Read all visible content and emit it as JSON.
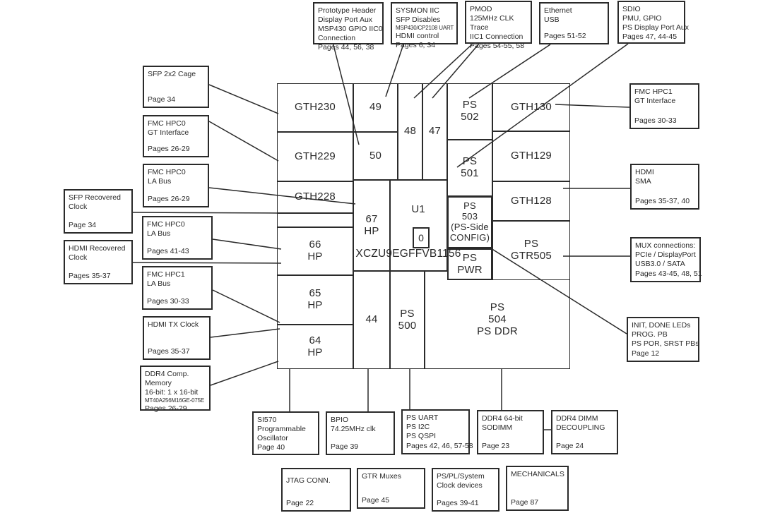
{
  "colors": {
    "ink": "#2a2a2a",
    "background": "#ffffff"
  },
  "chip": {
    "ref_designator": "U1",
    "part_number": "XCZU9EGFFVB1156",
    "config_value": "0",
    "banks": {
      "gth230": "GTH230",
      "gth229": "GTH229",
      "gth228": "GTH228",
      "b49": "49",
      "b50": "50",
      "b48": "48",
      "b47": "47",
      "b67": "67\nHP",
      "b66": "66\nHP",
      "b65": "65\nHP",
      "b64": "64\nHP",
      "b44": "44",
      "ps502": "PS\n502",
      "ps501": "PS\n501",
      "ps503": "PS\n503\n(PS-Side\nCONFIG)",
      "ps_pwr": "PS PWR",
      "ps500": "PS\n500",
      "ps504": "PS\n504\nPS DDR",
      "ps_gtr505": "PS\nGTR505",
      "gth130": "GTH130",
      "gth129": "GTH129",
      "gth128": "GTH128"
    }
  },
  "callouts": {
    "proto_header": {
      "lines": [
        "Prototype Header",
        "Display Port Aux",
        "MSP430 GPIO IIC0",
        "Connection"
      ],
      "pages": "Pages 44, 56, 38"
    },
    "sysmon": {
      "lines": [
        "SYSMON IIC",
        "SFP Disables",
        "MSP430/CP2108 UART",
        "HDMI control"
      ],
      "pages": "Pages 6, 34"
    },
    "pmod": {
      "lines": [
        "PMOD",
        "125MHz CLK",
        "Trace",
        "IIC1 Connection"
      ],
      "pages": "Pages 54-55, 58"
    },
    "ethernet": {
      "lines": [
        "Ethernet",
        "USB"
      ],
      "pages": "Pages 51-52"
    },
    "sdio": {
      "lines": [
        "SDIO",
        "PMU, GPIO",
        "PS Display Port Aux"
      ],
      "pages": "Pages 47, 44-45"
    },
    "sfp_cage": {
      "lines": [
        "SFP 2x2 Cage"
      ],
      "pages": "Page 34"
    },
    "hpc0_gt": {
      "lines": [
        "FMC HPC0",
        "GT Interface"
      ],
      "pages": "Pages 26-29"
    },
    "hpc0_la1": {
      "lines": [
        "FMC HPC0",
        "LA Bus"
      ],
      "pages": "Pages 26-29"
    },
    "sfp_rec": {
      "lines": [
        "SFP Recovered",
        "Clock"
      ],
      "pages": "Page 34"
    },
    "hpc0_la2": {
      "lines": [
        "FMC HPC0",
        "LA Bus"
      ],
      "pages": "Pages 41-43"
    },
    "hdmi_rec": {
      "lines": [
        "HDMI Recovered",
        "Clock"
      ],
      "pages": "Pages 35-37"
    },
    "hpc1_la": {
      "lines": [
        "FMC HPC1",
        "LA Bus"
      ],
      "pages": "Pages 30-33"
    },
    "hdmi_tx": {
      "lines": [
        "HDMI TX Clock"
      ],
      "pages": "Pages 35-37"
    },
    "ddr4_comp": {
      "lines": [
        "DDR4 Comp.",
        "Memory",
        "16-bit: 1 x 16-bit",
        "MT40A256M16GE-075E"
      ],
      "pages": "Pages 26-29"
    },
    "hpc1_gt": {
      "lines": [
        "FMC HPC1",
        "GT Interface"
      ],
      "pages": "Pages 30-33"
    },
    "hdmi_sma": {
      "lines": [
        "HDMI",
        "SMA"
      ],
      "pages": "Pages 35-37, 40"
    },
    "mux": {
      "lines": [
        "MUX connections:",
        "PCIe / DisplayPort",
        "USB3.0 / SATA"
      ],
      "pages": "Pages 43-45, 48, 51"
    },
    "init_leds": {
      "lines": [
        "INIT, DONE LEDs",
        "PROG. PB",
        "PS POR, SRST PBs"
      ],
      "pages": "Page 12"
    },
    "si570": {
      "lines": [
        "SI570",
        "Programmable",
        "Oscillator"
      ],
      "pages": "Page 40"
    },
    "bpio": {
      "lines": [
        "BPIO",
        "74.25MHz clk"
      ],
      "pages": "Page 39"
    },
    "ps_uart": {
      "lines": [
        "PS UART",
        "PS I2C",
        "PS QSPI"
      ],
      "pages": "Pages 42, 46, 57-58"
    },
    "ddr4_sodimm": {
      "lines": [
        "DDR4 64-bit",
        "SODIMM"
      ],
      "pages": "Page 23"
    },
    "ddr4_dimm": {
      "lines": [
        "DDR4 DIMM",
        "DECOUPLING"
      ],
      "pages": "Page 24"
    },
    "jtag": {
      "lines": [
        "JTAG CONN."
      ],
      "pages": "Page 22"
    },
    "gtr_muxes": {
      "lines": [
        "GTR Muxes"
      ],
      "pages": "Page 45"
    },
    "pspl_clock": {
      "lines": [
        "PS/PL/System",
        "Clock devices"
      ],
      "pages": "Pages 39-41"
    },
    "mechanicals": {
      "lines": [
        "MECHANICALS"
      ],
      "pages": "Page 87"
    }
  }
}
